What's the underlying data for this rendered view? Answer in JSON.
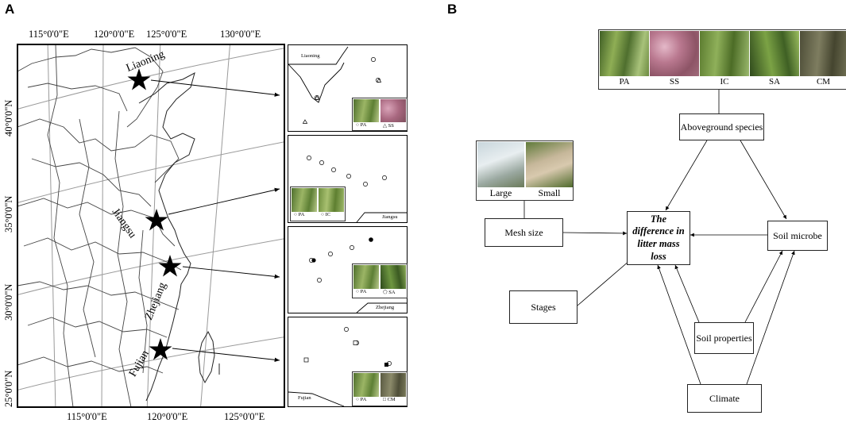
{
  "panel_a": {
    "letter": "A",
    "top_ticks": [
      "115°0'0\"E",
      "120°0'0\"E",
      "125°0'0\"E",
      "130°0'0\"E"
    ],
    "bottom_ticks": [
      "115°0'0\"E",
      "120°0'0\"E",
      "125°0'0\"E"
    ],
    "left_ticks": [
      "40°0'0\"N",
      "35°0'0\"N",
      "30°0'0\"N",
      "25°0'0\"N"
    ],
    "provinces": [
      "Liaoning",
      "Jiangsu",
      "Zhejiang",
      "Fujian"
    ],
    "insets": [
      {
        "name": "Liaoning",
        "legend": [
          "PA",
          "SS"
        ]
      },
      {
        "name": "Jiangsu",
        "legend": [
          "PA",
          "IC"
        ]
      },
      {
        "name": "Zhejiang",
        "legend": [
          "PA",
          "SA"
        ]
      },
      {
        "name": "Fujian",
        "legend": [
          "PA",
          "CM"
        ]
      }
    ]
  },
  "panel_b": {
    "letter": "B",
    "species_photos": [
      "PA",
      "SS",
      "IC",
      "SA",
      "CM"
    ],
    "mesh_photos": [
      "Large",
      "Small"
    ],
    "boxes": {
      "aboveground": "Aboveground species",
      "mesh_size": "Mesh size",
      "center": "The difference in litter mass loss",
      "soil_microbe": "Soil microbe",
      "stages": "Stages",
      "soil_properties": "Soil properties",
      "climate": "Climate"
    }
  },
  "colors": {
    "line": "#000000",
    "grid": "#9a9a9a",
    "photo_green": "#6f8f3f",
    "photo_pink": "#b57a8c"
  }
}
